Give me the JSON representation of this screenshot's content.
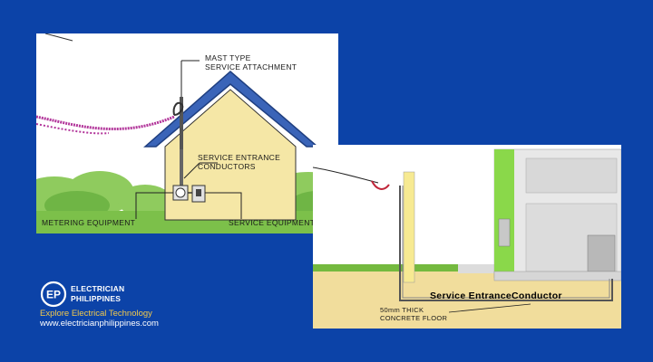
{
  "left_diagram": {
    "mast_label_line1": "MAST TYPE",
    "mast_label_line2": "SERVICE ATTACHMENT",
    "conductors_label_line1": "SERVICE ENTRANCE",
    "conductors_label_line2": "CONDUCTORS",
    "metering_label": "METERING EQUIPMENT",
    "service_label": "SERVICE EQUIPMENT"
  },
  "right_diagram": {
    "conductor_label": "Service EntranceConductor",
    "floor_label_line1": "50mm THICK",
    "floor_label_line2": "CONCRETE FLOOR"
  },
  "brand": {
    "logo_text": "EP",
    "name_line1": "ELECTRICIAN",
    "name_line2": "PHILIPPINES",
    "tagline": "Explore Electrical Technology",
    "url": "www.electricianphilippines.com"
  },
  "colors": {
    "background": "#0c43a8",
    "roof": "#3a64b8",
    "wall": "#f5e7a6",
    "grass": "#7cc04a",
    "wire": "#b2359a",
    "tagline": "#f2c94c"
  }
}
